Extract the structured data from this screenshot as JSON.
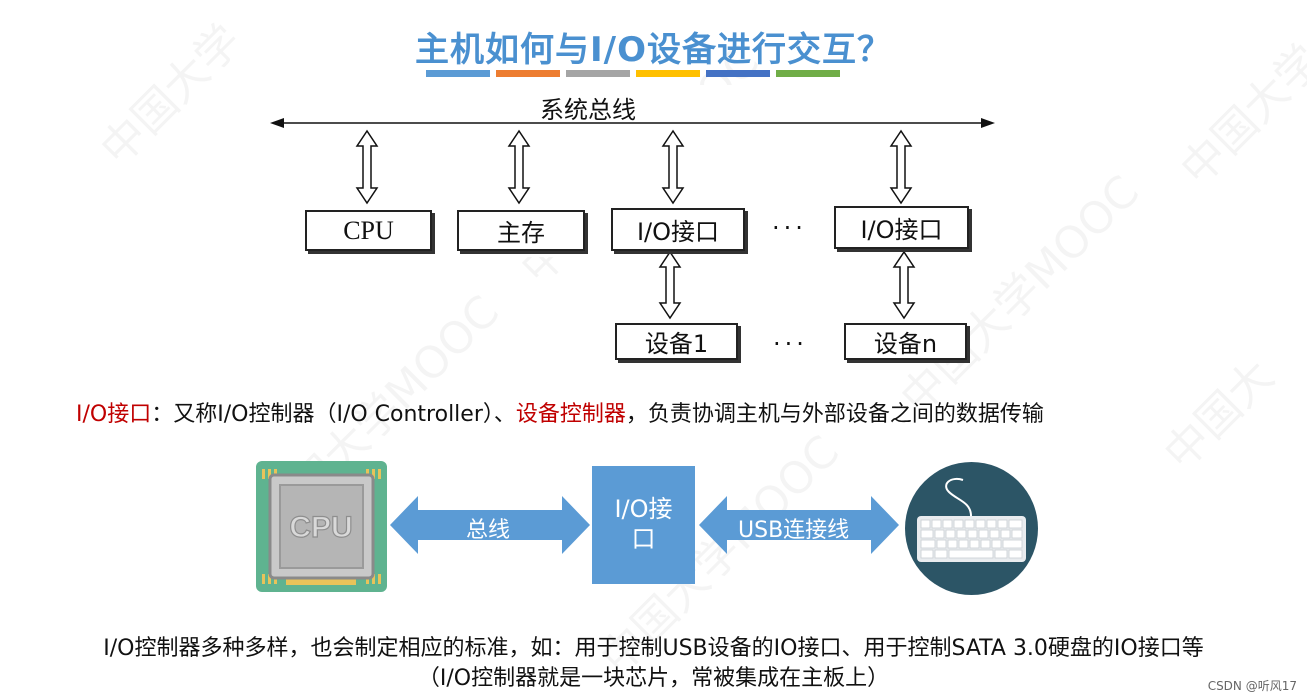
{
  "title": "主机如何与I/O设备进行交互？",
  "title_bar_colors": [
    "#5b9bd5",
    "#ed7d31",
    "#a5a5a5",
    "#ffc000",
    "#4472c4",
    "#70ad47"
  ],
  "watermark_text": "中国大学MOOC",
  "diagram": {
    "bus_label": "系统总线",
    "cpu": "CPU",
    "memory": "主存",
    "io_interface_1": "I/O接口",
    "io_interface_2": "I/O接口",
    "device_1": "设备1",
    "device_n": "设备n",
    "dots": "···"
  },
  "definition": {
    "term": "I/O接口",
    "colon": "：又称",
    "alias1": "I/O控制器（I/O Controller）",
    "sep": "、",
    "alias2": "设备控制器",
    "desc": "，负责协调主机与外部设备之间的数据传输"
  },
  "illustration": {
    "cpu_chip_label": "CPU",
    "bus_arrow_label": "总线",
    "io_block_label_line1": "I/O接",
    "io_block_label_line2": "口",
    "usb_arrow_label": "USB连接线",
    "arrow_color": "#5b9bd5",
    "chip_green": "#5fb390",
    "keyboard_bg": "#2c5566"
  },
  "bottom_text_1": "I/O控制器多种多样，也会制定相应的标准，如：用于控制USB设备的IO接口、用于控制SATA 3.0硬盘的IO接口等",
  "bottom_text_2": "（I/O控制器就是一块芯片，常被集成在主板上）",
  "credit": "CSDN @听风17"
}
